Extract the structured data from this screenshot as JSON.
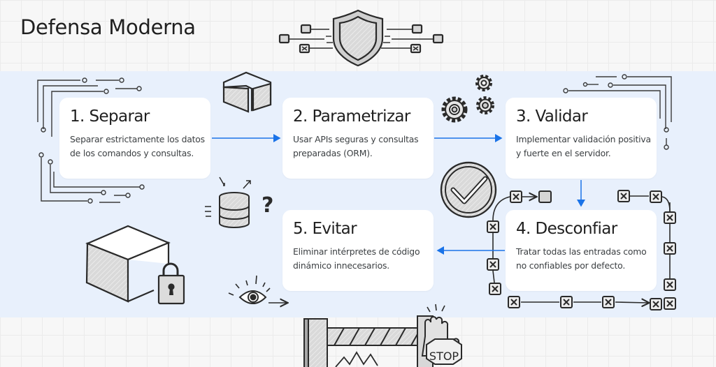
{
  "header": {
    "title": "Defensa Moderna"
  },
  "steps": [
    {
      "title": "1. Separar",
      "description": "Separar estrictamente los datos de los comandos y consultas."
    },
    {
      "title": "2. Parametrizar",
      "description": "Usar APIs seguras y consultas preparadas (ORM)."
    },
    {
      "title": "3. Validar",
      "description": "Implementar validación positiva y fuerte en el servidor."
    },
    {
      "title": "4. Desconfiar",
      "description": "Tratar todas las entradas como no confiables por defecto."
    },
    {
      "title": "5. Evitar",
      "description": "Eliminar intérpretes de código dinámico innecesarios."
    }
  ],
  "illustrations": {
    "stop_sign_text": "STOP",
    "question_mark": "?"
  },
  "colors": {
    "accent_blue": "#1a73e8",
    "band_background": "#e8f0fc",
    "card_background": "#ffffff",
    "ink": "#2a2a2a"
  },
  "icons": [
    "shield-icon",
    "cube-icon",
    "gears-icon",
    "circuit-lines-icon",
    "database-icon",
    "locked-box-icon",
    "checkmark-badge-icon",
    "eye-icon",
    "blocked-nodes-icon",
    "barrier-stop-icon"
  ]
}
